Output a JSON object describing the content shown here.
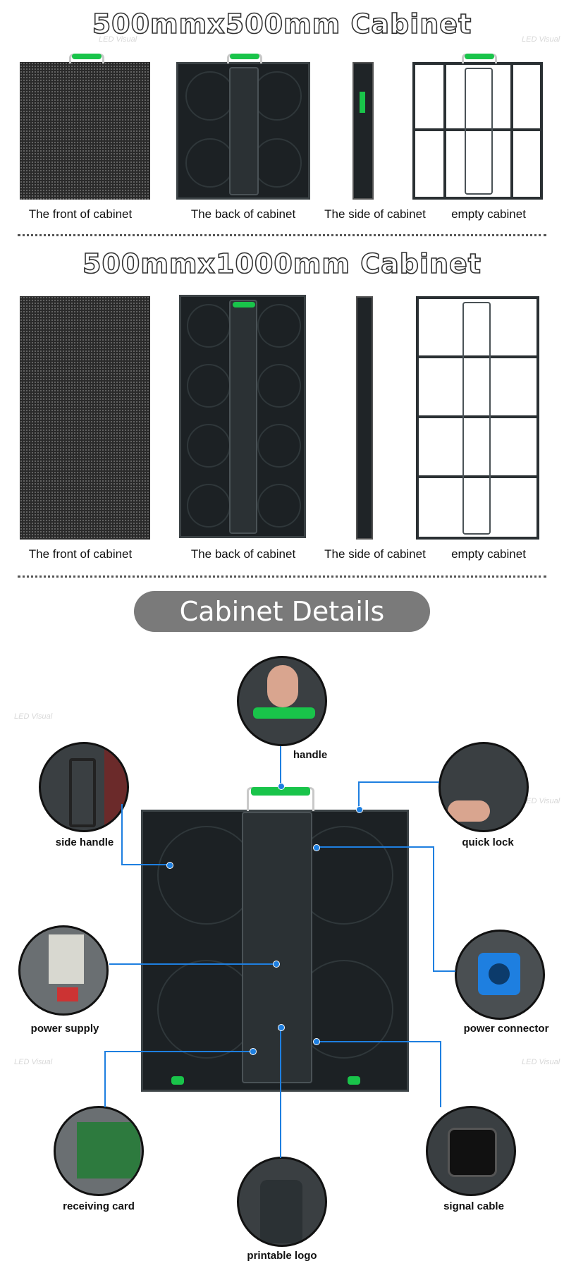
{
  "section1": {
    "title": "500mmx500mm Cabinet",
    "captions": [
      "The front of cabinet",
      "The back of cabinet",
      "The side of cabinet",
      "empty cabinet"
    ]
  },
  "section2": {
    "title": "500mmx1000mm Cabinet",
    "captions": [
      "The front of cabinet",
      "The back of cabinet",
      "The side of cabinet",
      "empty cabinet"
    ]
  },
  "details": {
    "title": "Cabinet Details",
    "callouts": {
      "handle": "handle",
      "side_handle": "side handle",
      "quick_lock": "quick lock",
      "power_supply": "power supply",
      "power_connector": "power connector",
      "receiving_card": "receiving card",
      "signal_cable": "signal cable",
      "printable_logo": "printable logo"
    }
  },
  "watermark": "LED Visual",
  "colors": {
    "accent_line": "#1e7fe0",
    "handle_green": "#19c44a",
    "pill_bg": "#7a7a7a"
  }
}
